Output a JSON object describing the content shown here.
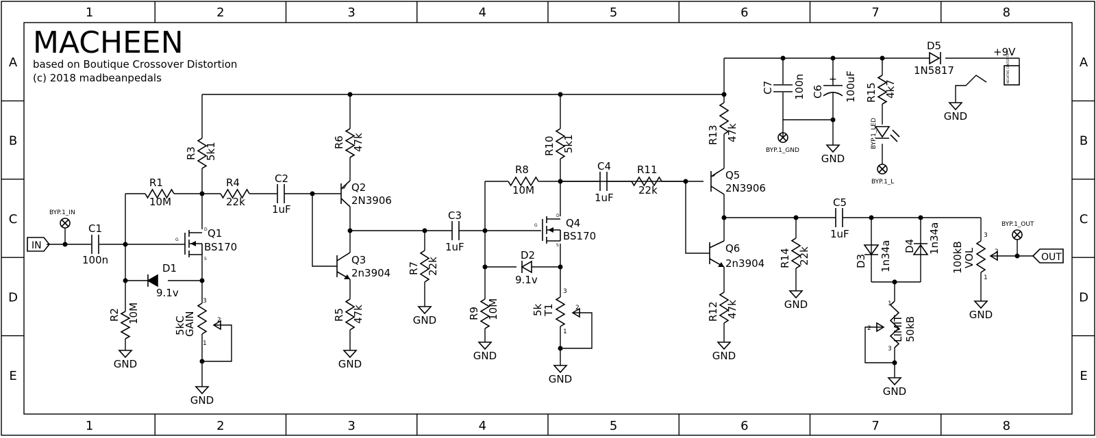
{
  "title": "MACHEEN",
  "subtitle": "based on Boutique Crossover Distortion",
  "copyright": "(c) 2018 madbeanpedals",
  "grid": {
    "columns": [
      "1",
      "2",
      "3",
      "4",
      "5",
      "6",
      "7",
      "8"
    ],
    "rows": [
      "A",
      "B",
      "C",
      "D",
      "E"
    ]
  },
  "ports": {
    "in": "IN",
    "out": "OUT"
  },
  "supply": {
    "v9": "+9V",
    "gnd": "GND",
    "dc_jack": "NEGATIVE CENTER TIP"
  },
  "bypass": {
    "in": "BYP.1_IN",
    "out": "BYP.1_OUT",
    "gnd": "BYP.1_GND",
    "led": "BYP.1_LED",
    "l": "BYP.1_L"
  },
  "pins": {
    "d": "D",
    "g": "G",
    "s": "S",
    "p1": "1",
    "p2": "2",
    "p3": "3"
  },
  "components": {
    "C1": {
      "ref": "C1",
      "value": "100n"
    },
    "R1": {
      "ref": "R1",
      "value": "10M"
    },
    "R2": {
      "ref": "R2",
      "value": "10M"
    },
    "R3": {
      "ref": "R3",
      "value": "5k1"
    },
    "R4": {
      "ref": "R4",
      "value": "22k"
    },
    "C2": {
      "ref": "C2",
      "value": "1uF"
    },
    "Q1": {
      "ref": "Q1",
      "value": "BS170"
    },
    "D1": {
      "ref": "D1",
      "value": "9.1v"
    },
    "GAIN": {
      "ref": "GAIN",
      "value": "5kC"
    },
    "R6": {
      "ref": "R6",
      "value": "47k"
    },
    "Q2": {
      "ref": "Q2",
      "value": "2N3906"
    },
    "Q3": {
      "ref": "Q3",
      "value": "2n3904"
    },
    "R5": {
      "ref": "R5",
      "value": "47k"
    },
    "C3": {
      "ref": "C3",
      "value": "1uF"
    },
    "R7": {
      "ref": "R7",
      "value": "22k"
    },
    "R8": {
      "ref": "R8",
      "value": "10M"
    },
    "R9": {
      "ref": "R9",
      "value": "10M"
    },
    "R10": {
      "ref": "R10",
      "value": "5k1"
    },
    "Q4": {
      "ref": "Q4",
      "value": "BS170"
    },
    "D2": {
      "ref": "D2",
      "value": "9.1v"
    },
    "T1": {
      "ref": "T1",
      "value": "5k"
    },
    "C4": {
      "ref": "C4",
      "value": "1uF"
    },
    "R11": {
      "ref": "R11",
      "value": "22k"
    },
    "R13": {
      "ref": "R13",
      "value": "47k"
    },
    "Q5": {
      "ref": "Q5",
      "value": "2N3906"
    },
    "Q6": {
      "ref": "Q6",
      "value": "2n3904"
    },
    "R12": {
      "ref": "R12",
      "value": "47k"
    },
    "C5": {
      "ref": "C5",
      "value": "1uF"
    },
    "R14": {
      "ref": "R14",
      "value": "22k"
    },
    "D3": {
      "ref": "D3",
      "value": "1n34a"
    },
    "D4": {
      "ref": "D4",
      "value": "1n34a"
    },
    "LIMIT": {
      "ref": "LIMIT",
      "value": "50kB"
    },
    "VOL": {
      "ref": "VOL",
      "value": "100kB"
    },
    "C7": {
      "ref": "C7",
      "value": "100n"
    },
    "C6": {
      "ref": "C6",
      "value": "100uF"
    },
    "R15": {
      "ref": "R15",
      "value": "4k7"
    },
    "D5": {
      "ref": "D5",
      "value": "1N5817"
    }
  }
}
